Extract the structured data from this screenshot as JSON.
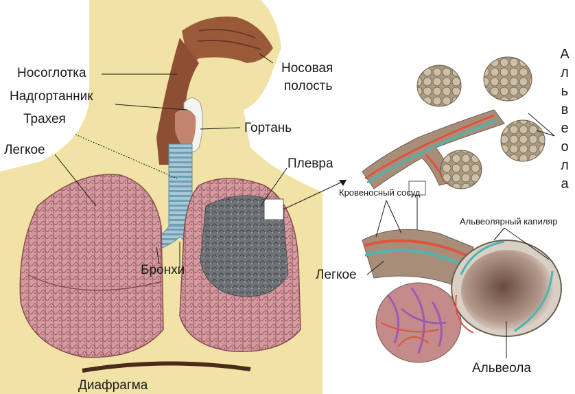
{
  "labels": {
    "nasopharynx": "Носоглотка",
    "epiglottis": "Надгортанник",
    "trachea": "Трахея",
    "lung_left": "Легкое",
    "nasal_cavity_line1": "Носовая",
    "nasal_cavity_line2": "полость",
    "larynx": "Гортань",
    "pleura": "Плевра",
    "bronchi": "Бронхи",
    "diaphragm": "Диафрагма",
    "blood_vessel": "Кровеносный сосуд",
    "alveolar_capillary": "Альвеолярный капиляр",
    "lung_detail": "Легкое",
    "alveolus": "Альвеола",
    "alveoli_vertical": [
      "А",
      "л",
      "ь",
      "в",
      "е",
      "о",
      "л",
      "а"
    ]
  },
  "colors": {
    "skin": "#f1e3a6",
    "nasal": "#9a5a3a",
    "lung": "#c9868a",
    "lung_dark": "#8a4a52",
    "trachea": "#8fb3c4",
    "alveoli": "#b8a58e",
    "vessel_red": "#e0533c",
    "vessel_blue": "#4bb6b0",
    "capillary_purple": "#9b5ab5"
  }
}
